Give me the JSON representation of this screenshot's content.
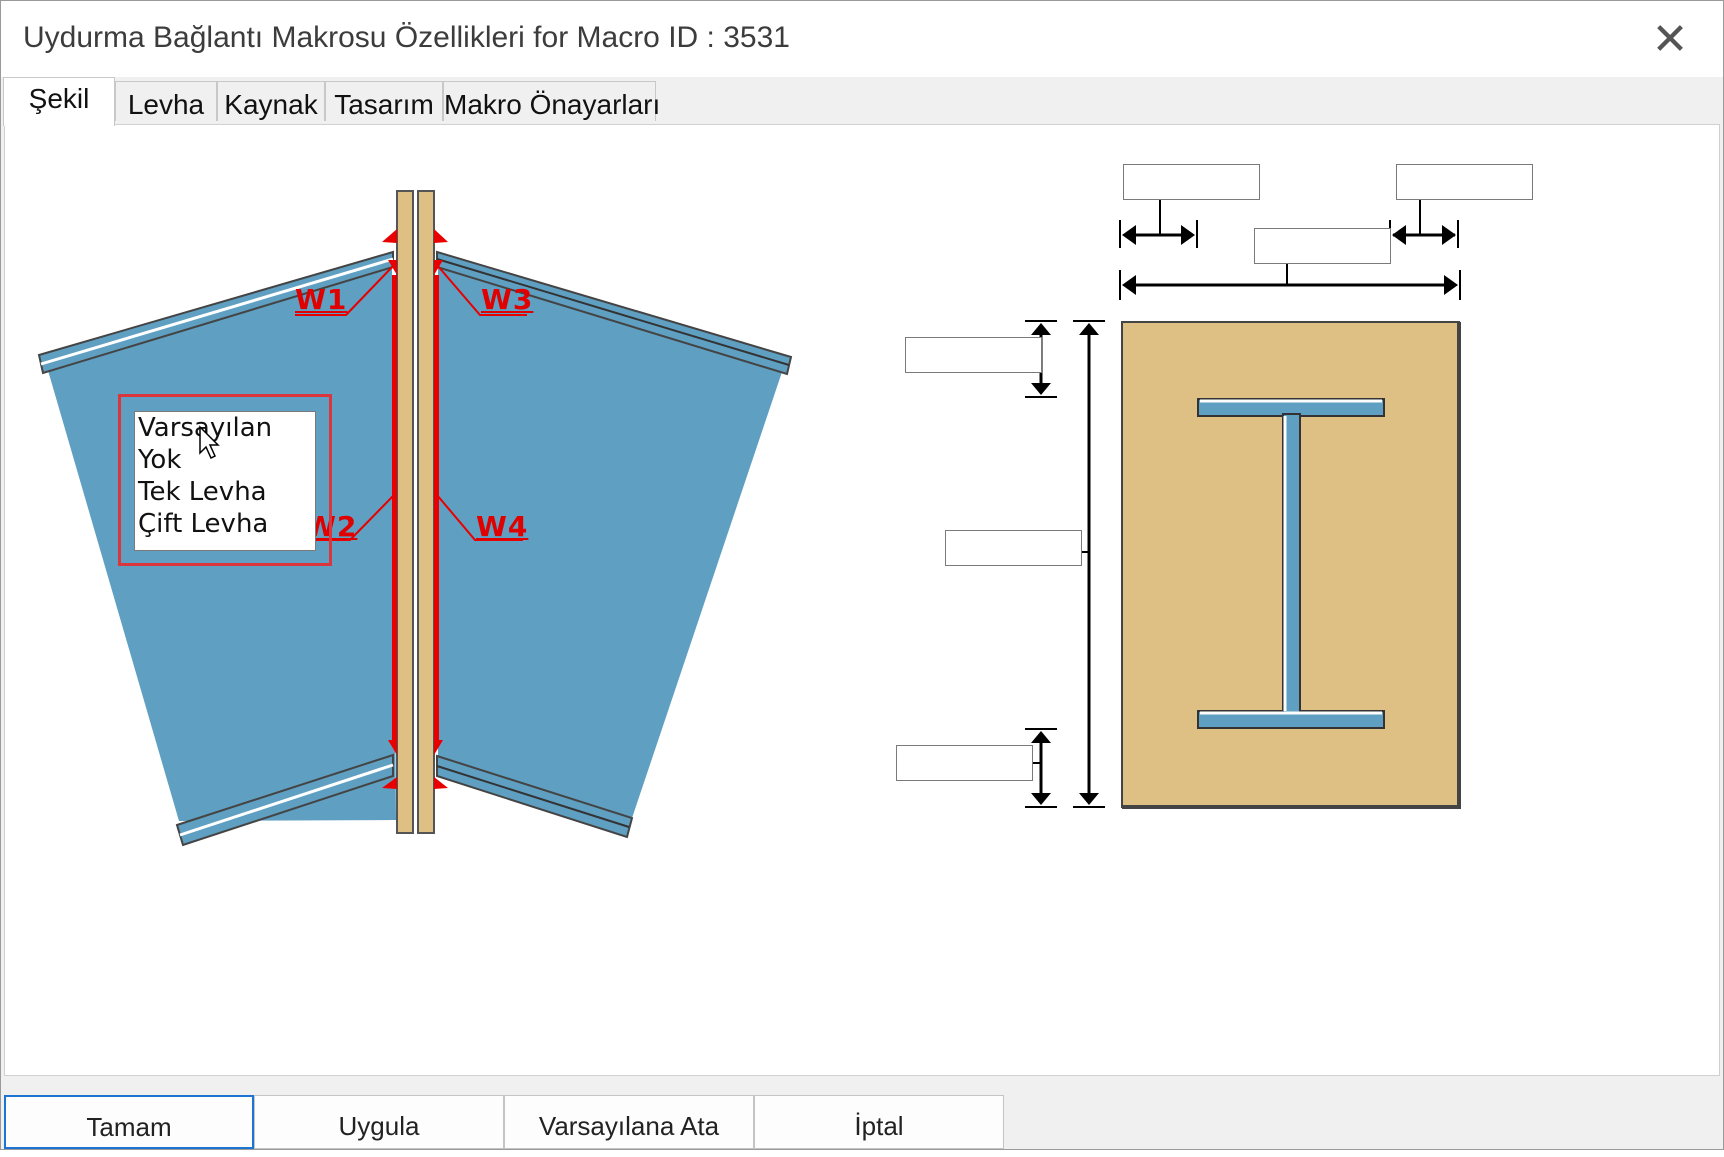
{
  "window": {
    "title": "Uydurma Bağlantı Makrosu Özellikleri for Macro ID : 3531",
    "close_glyph": "✕"
  },
  "tabs": [
    {
      "label": "Şekil",
      "active": true
    },
    {
      "label": "Levha",
      "active": false
    },
    {
      "label": "Kaynak",
      "active": false
    },
    {
      "label": "Tasarım",
      "active": false
    },
    {
      "label": "Makro Önayarları",
      "active": false
    }
  ],
  "diagram": {
    "weld_labels": [
      "W1",
      "W2",
      "W3",
      "W4"
    ],
    "plate_options": [
      "Varsayılan",
      "Yok",
      "Tek Levha",
      "Çift Levha"
    ],
    "colors": {
      "beam": "#5f9fc2",
      "plate": "#dfc084",
      "weld": "#e80000",
      "highlight": "#d9363e"
    }
  },
  "buttons": {
    "ok": "Tamam",
    "apply": "Uygula",
    "set_default": "Varsayılana Ata",
    "cancel": "İptal"
  }
}
